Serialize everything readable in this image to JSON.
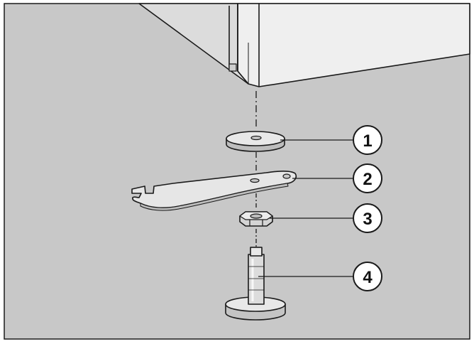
{
  "colors": {
    "background": "#c8c8c8",
    "frame": "#ffffff",
    "outline": "#1a1a1a",
    "part_fill": "#e6e6e6",
    "part_shade": "#bdbdbd",
    "cabinet_side": "#d9d9d9",
    "cabinet_front": "#efefef"
  },
  "callouts": [
    {
      "label": "1",
      "part": "washer"
    },
    {
      "label": "2",
      "part": "wrench"
    },
    {
      "label": "3",
      "part": "lock-nut"
    },
    {
      "label": "4",
      "part": "adjustable-foot"
    }
  ]
}
